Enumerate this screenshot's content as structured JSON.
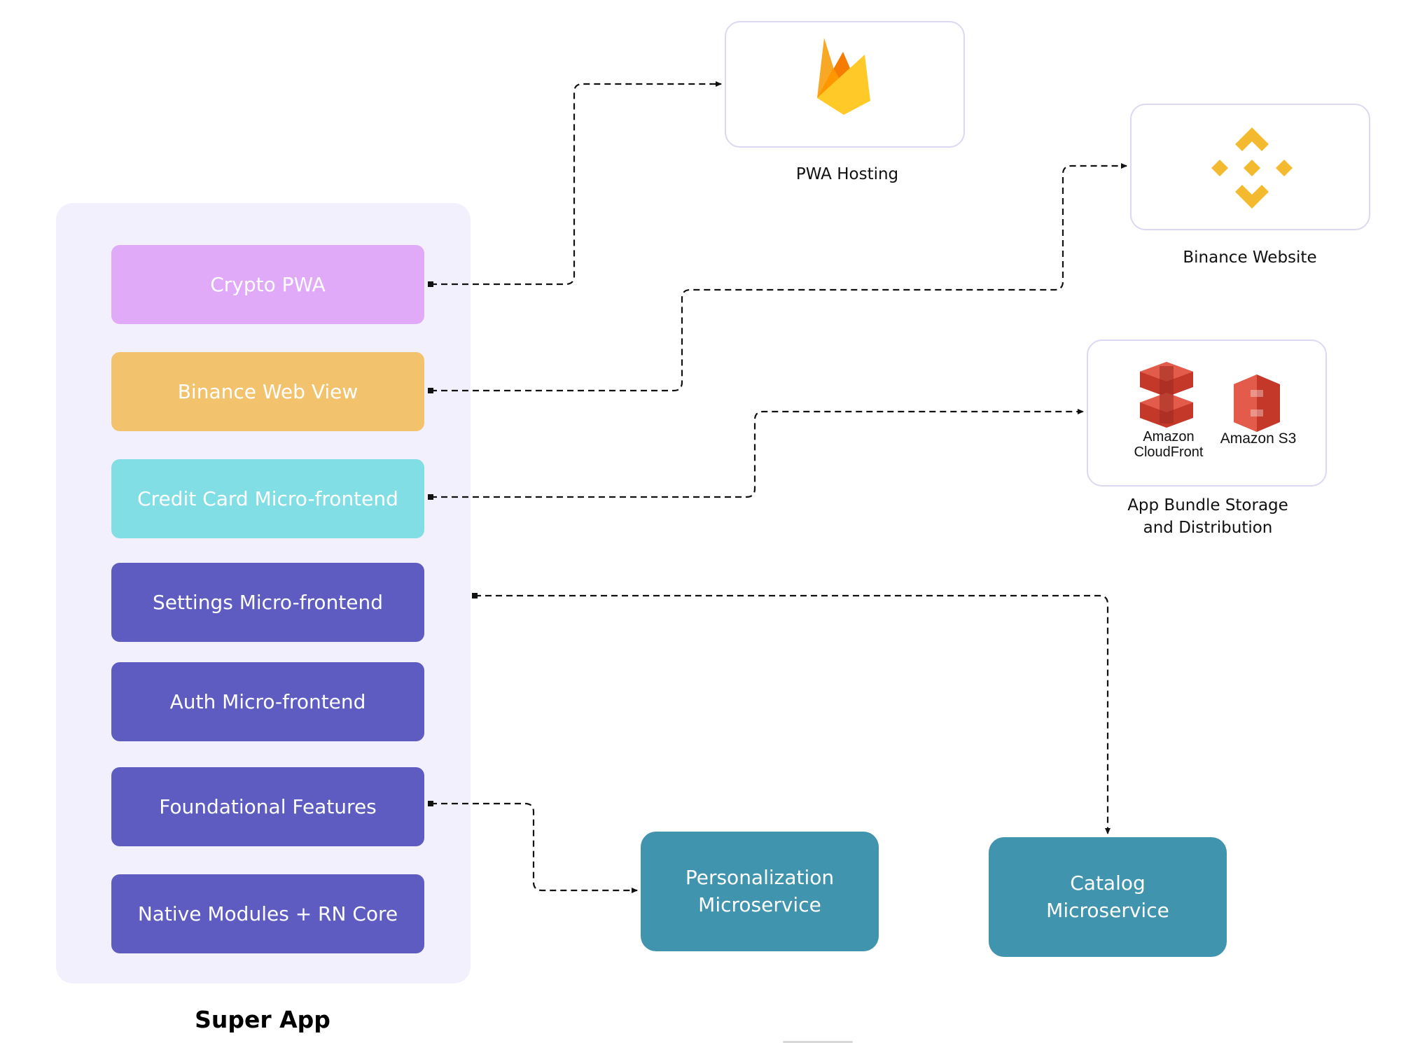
{
  "super_app": {
    "title": "Super App",
    "modules": [
      {
        "label": "Crypto PWA",
        "color": "#e0aaf9"
      },
      {
        "label": "Binance Web View",
        "color": "#f3c26c"
      },
      {
        "label": "Credit Card Micro-frontend",
        "color": "#82dee5"
      },
      {
        "label": "Settings Micro-frontend",
        "color": "#5e5cc0"
      },
      {
        "label": "Auth Micro-frontend",
        "color": "#5e5cc0"
      },
      {
        "label": "Foundational Features",
        "color": "#5e5cc0"
      },
      {
        "label": "Native Modules + RN Core",
        "color": "#5e5cc0"
      }
    ]
  },
  "services": {
    "personalization": {
      "line1": "Personalization",
      "line2": "Microservice",
      "color": "#4194ae"
    },
    "catalog": {
      "line1": "Catalog",
      "line2": "Microservice",
      "color": "#4194ae"
    }
  },
  "destinations": {
    "pwa_hosting": {
      "caption": "PWA Hosting",
      "icon": "firebase-icon"
    },
    "binance_website": {
      "caption": "Binance Website",
      "icon": "binance-icon"
    },
    "bundle_storage": {
      "caption_line1": "App Bundle Storage",
      "caption_line2": "and Distribution",
      "cloudfront_line1": "Amazon",
      "cloudfront_line2": "CloudFront",
      "s3_label": "Amazon S3",
      "icons": [
        "amazon-cloudfront-icon",
        "amazon-s3-icon"
      ]
    }
  },
  "connections": [
    {
      "from": "Crypto PWA",
      "to": "PWA Hosting",
      "style": "dashed"
    },
    {
      "from": "Binance Web View",
      "to": "Binance Website",
      "style": "dashed"
    },
    {
      "from": "Credit Card Micro-frontend",
      "to": "App Bundle Storage and Distribution",
      "style": "dashed"
    },
    {
      "from": "Super App",
      "to": "Catalog Microservice",
      "style": "dashed"
    },
    {
      "from": "Foundational Features",
      "to": "Personalization Microservice",
      "style": "dashed"
    }
  ]
}
